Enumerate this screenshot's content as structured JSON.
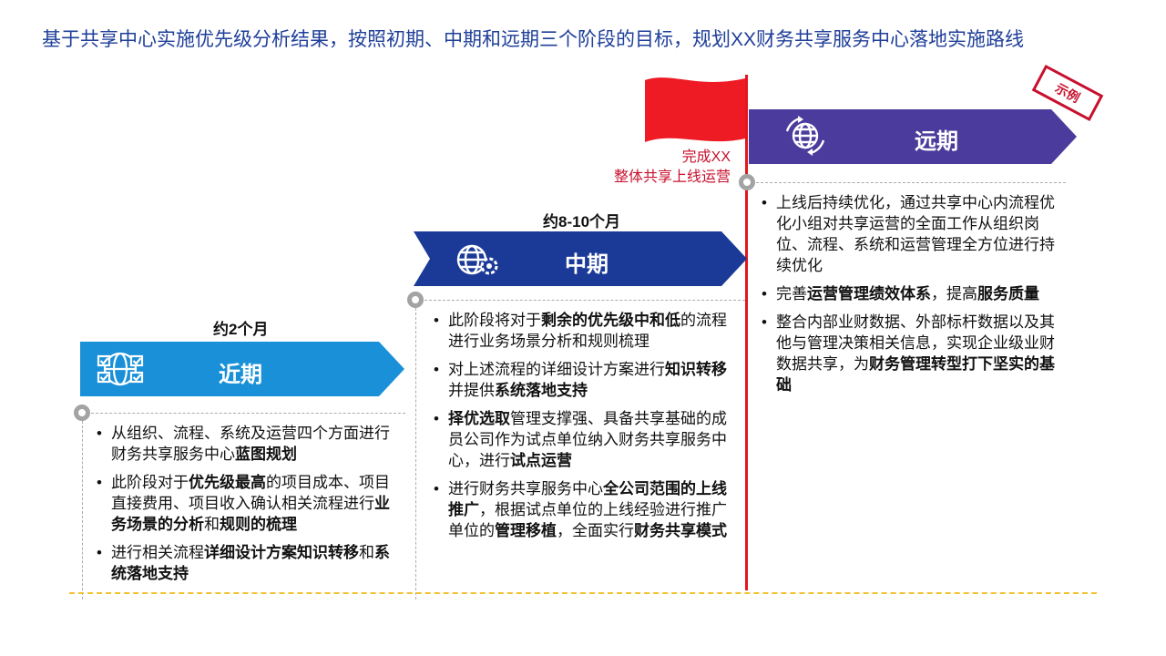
{
  "title": "基于共享中心实施优先级分析结果，按照初期、中期和远期三个阶段的目标，规划XX财务共享服务中心落地实施路线",
  "stamp": "示例",
  "milestone": {
    "line1": "完成XX",
    "line2": "整体共享上线运营"
  },
  "colors": {
    "near": "#1a90d8",
    "mid": "#1b3a98",
    "far": "#4a3b9c",
    "flag": "#ee1b24",
    "accent": "#c8102e",
    "dash": "#f2c230"
  },
  "phases": {
    "near": {
      "duration": "约2个月",
      "label": "近期",
      "icon": "checklist-globe-icon",
      "bullets": [
        [
          {
            "t": "从组织、流程、系统及运营四个方面进行财务共享服务中心"
          },
          {
            "t": "蓝图规划",
            "b": true
          }
        ],
        [
          {
            "t": "此阶段对于"
          },
          {
            "t": "优先级最高",
            "b": true
          },
          {
            "t": "的项目成本、项目直接费用、项目收入确认相关流程进行"
          },
          {
            "t": "业务场景的分析",
            "b": true
          },
          {
            "t": "和"
          },
          {
            "t": "规则的梳理",
            "b": true
          }
        ],
        [
          {
            "t": "进行相关流程"
          },
          {
            "t": "详细设计方案知识转移",
            "b": true
          },
          {
            "t": "和"
          },
          {
            "t": "系统落地支持",
            "b": true
          }
        ]
      ]
    },
    "mid": {
      "duration": "约8-10个月",
      "label": "中期",
      "icon": "globe-gear-icon",
      "bullets": [
        [
          {
            "t": "此阶段将对于"
          },
          {
            "t": "剩余的优先级中和低",
            "b": true
          },
          {
            "t": "的流程进行业务场景分析和规则梳理"
          }
        ],
        [
          {
            "t": "对上述流程的详细设计方案进行"
          },
          {
            "t": "知识转移",
            "b": true
          },
          {
            "t": "并提供"
          },
          {
            "t": "系统落地支持",
            "b": true
          }
        ],
        [
          {
            "t": "择优选取",
            "b": true
          },
          {
            "t": "管理支撑强、具备共享基础的成员公司作为试点单位纳入财务共享服务中心，进行"
          },
          {
            "t": "试点运营",
            "b": true
          }
        ],
        [
          {
            "t": "进行财务共享服务中心"
          },
          {
            "t": "全公司范围的上线推广",
            "b": true
          },
          {
            "t": "，根据试点单位的上线经验进行推广单位的"
          },
          {
            "t": "管理移植",
            "b": true
          },
          {
            "t": "，全面实行"
          },
          {
            "t": "财务共享模式",
            "b": true
          }
        ]
      ]
    },
    "far": {
      "label": "远期",
      "icon": "globe-arrows-icon",
      "bullets": [
        [
          {
            "t": "上线后持续优化，通过共享中心内流程优化小组对共享运营的全面工作从组织岗位、流程、系统和运营管理全方位进行持续优化"
          }
        ],
        [
          {
            "t": "完善"
          },
          {
            "t": "运营管理绩效体系",
            "b": true
          },
          {
            "t": "，提高"
          },
          {
            "t": "服务质量",
            "b": true
          }
        ],
        [
          {
            "t": "整合内部业财数据、外部标杆数据以及其他与管理决策相关信息，实现企业级业财数据共享，为"
          },
          {
            "t": "财务管理转型打下坚实的基础",
            "b": true
          }
        ]
      ]
    }
  }
}
